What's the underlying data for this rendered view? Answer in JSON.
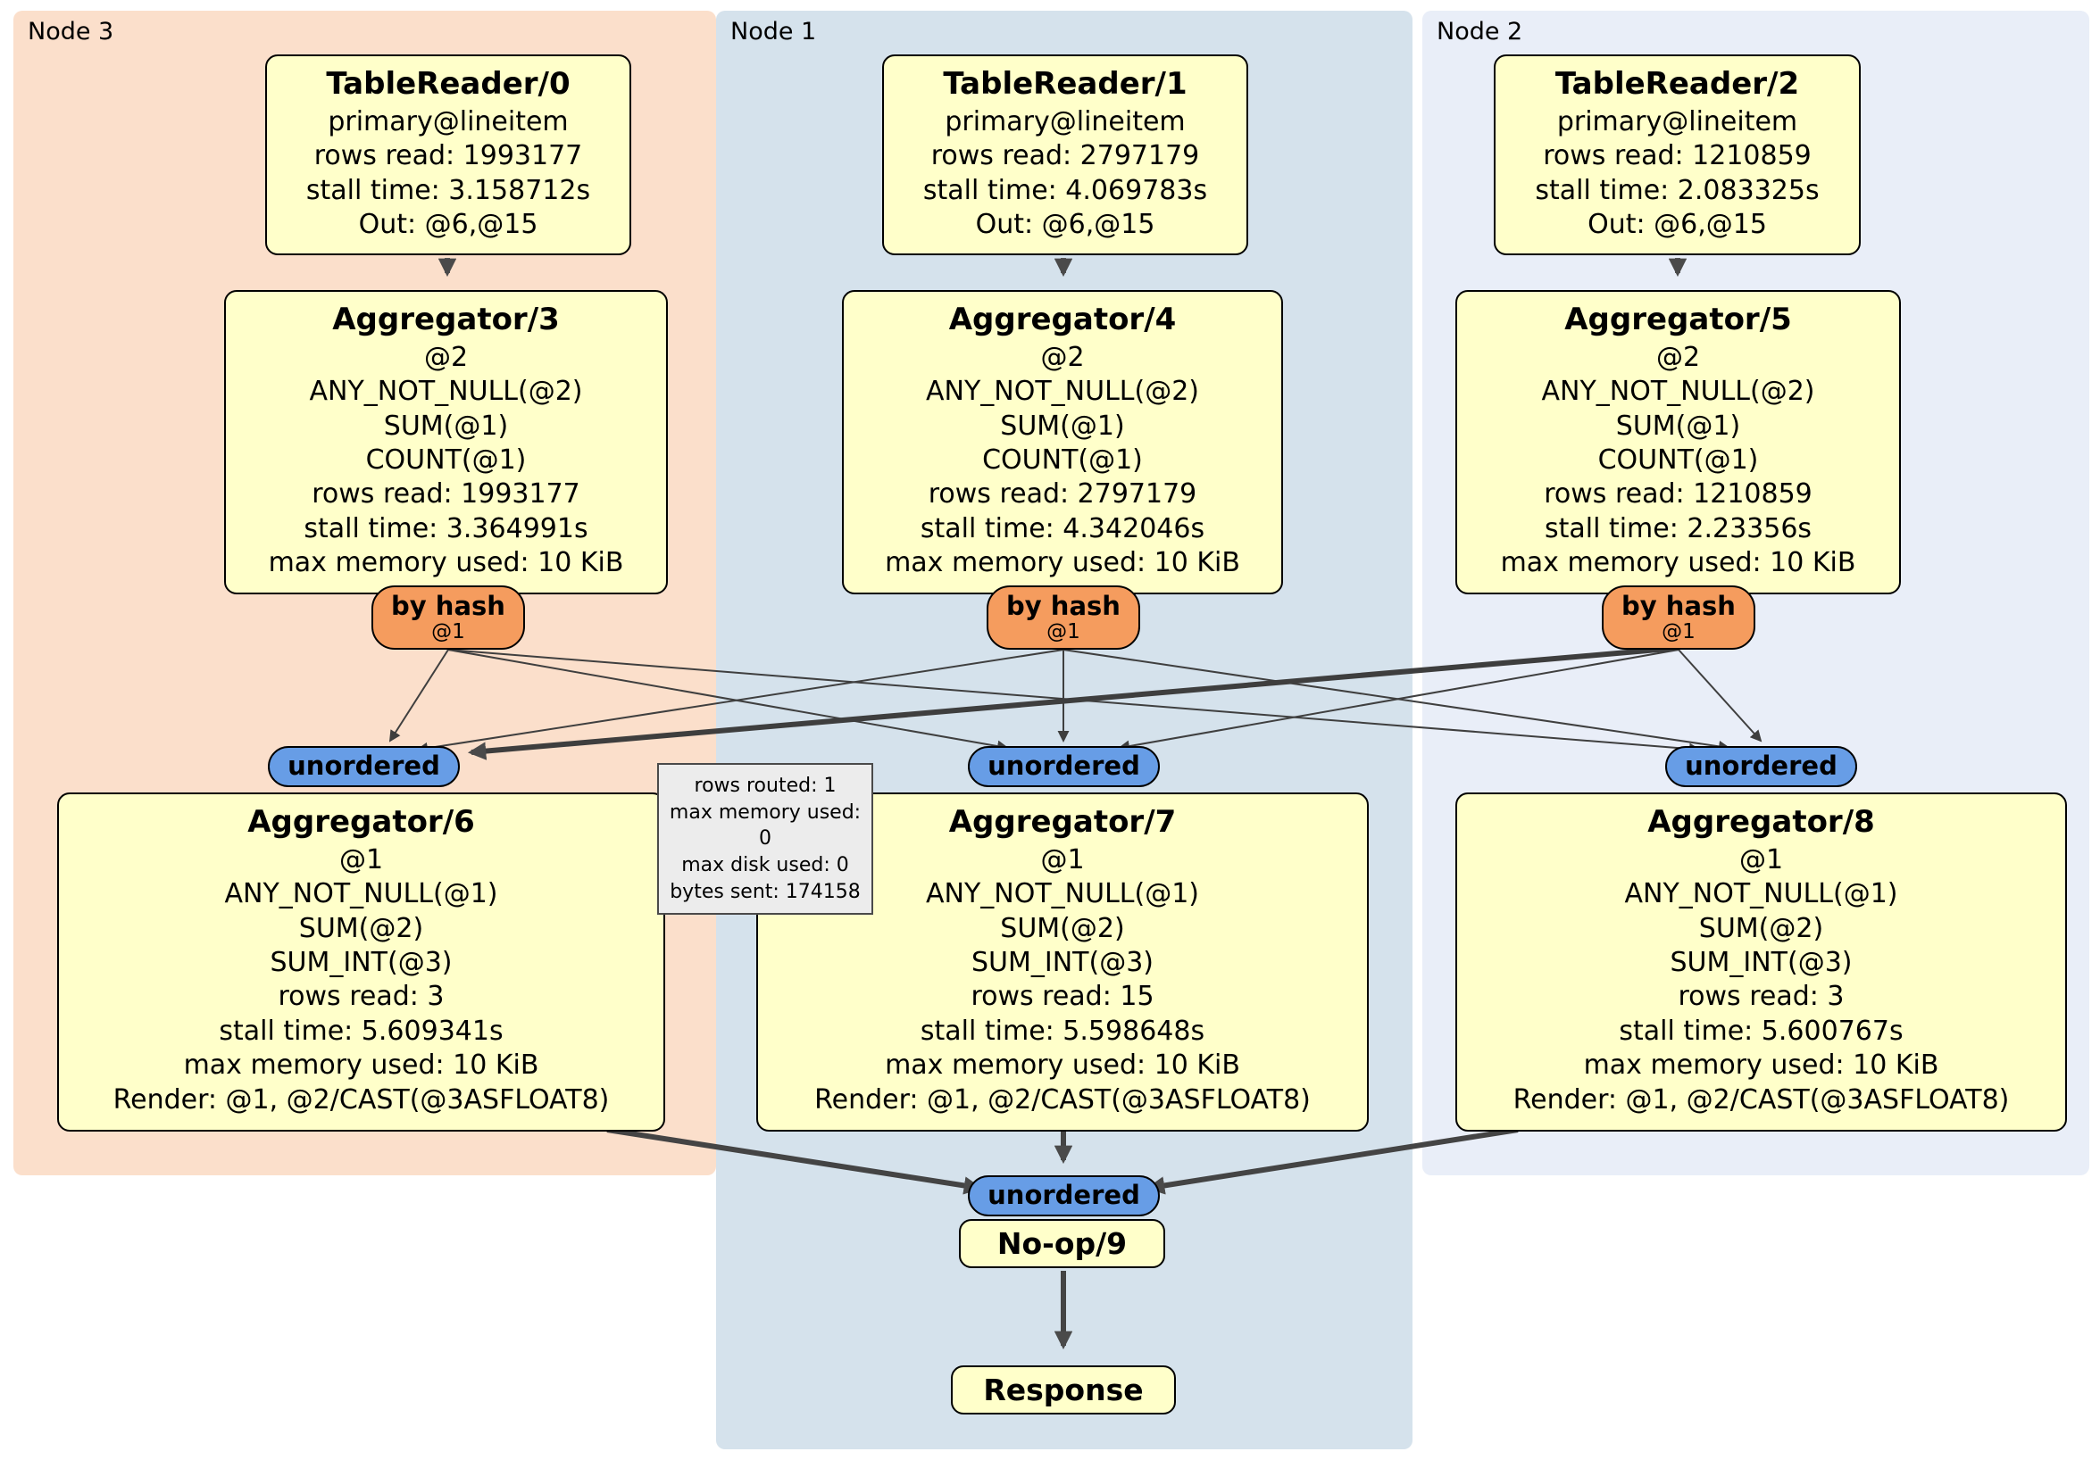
{
  "panels": {
    "node3": {
      "label": "Node 3"
    },
    "node1": {
      "label": "Node 1"
    },
    "node2": {
      "label": "Node 2"
    }
  },
  "operators": {
    "tablereader0": {
      "title": "TableReader/0",
      "lines": [
        "primary@lineitem",
        "rows read: 1993177",
        "stall time: 3.158712s",
        "Out: @6,@15"
      ]
    },
    "tablereader1": {
      "title": "TableReader/1",
      "lines": [
        "primary@lineitem",
        "rows read: 2797179",
        "stall time: 4.069783s",
        "Out: @6,@15"
      ]
    },
    "tablereader2": {
      "title": "TableReader/2",
      "lines": [
        "primary@lineitem",
        "rows read: 1210859",
        "stall time: 2.083325s",
        "Out: @6,@15"
      ]
    },
    "aggregator3": {
      "title": "Aggregator/3",
      "lines": [
        "@2",
        "ANY_NOT_NULL(@2)",
        "SUM(@1)",
        "COUNT(@1)",
        "rows read: 1993177",
        "stall time: 3.364991s",
        "max memory used: 10 KiB"
      ]
    },
    "aggregator4": {
      "title": "Aggregator/4",
      "lines": [
        "@2",
        "ANY_NOT_NULL(@2)",
        "SUM(@1)",
        "COUNT(@1)",
        "rows read: 2797179",
        "stall time: 4.342046s",
        "max memory used: 10 KiB"
      ]
    },
    "aggregator5": {
      "title": "Aggregator/5",
      "lines": [
        "@2",
        "ANY_NOT_NULL(@2)",
        "SUM(@1)",
        "COUNT(@1)",
        "rows read: 1210859",
        "stall time: 2.23356s",
        "max memory used: 10 KiB"
      ]
    },
    "aggregator6": {
      "title": "Aggregator/6",
      "lines": [
        "@1",
        "ANY_NOT_NULL(@1)",
        "SUM(@2)",
        "SUM_INT(@3)",
        "rows read: 3",
        "stall time: 5.609341s",
        "max memory used: 10 KiB",
        "Render: @1, @2/CAST(@3ASFLOAT8)"
      ]
    },
    "aggregator7": {
      "title": "Aggregator/7",
      "lines": [
        "@1",
        "ANY_NOT_NULL(@1)",
        "SUM(@2)",
        "SUM_INT(@3)",
        "rows read: 15",
        "stall time: 5.598648s",
        "max memory used: 10 KiB",
        "Render: @1, @2/CAST(@3ASFLOAT8)"
      ]
    },
    "aggregator8": {
      "title": "Aggregator/8",
      "lines": [
        "@1",
        "ANY_NOT_NULL(@1)",
        "SUM(@2)",
        "SUM_INT(@3)",
        "rows read: 3",
        "stall time: 5.600767s",
        "max memory used: 10 KiB",
        "Render: @1, @2/CAST(@3ASFLOAT8)"
      ]
    },
    "noop9": {
      "title": "No-op/9"
    },
    "response": {
      "title": "Response"
    }
  },
  "routers": {
    "byhash_node3": {
      "label": "by hash",
      "sub": "@1"
    },
    "byhash_node1": {
      "label": "by hash",
      "sub": "@1"
    },
    "byhash_node2": {
      "label": "by hash",
      "sub": "@1"
    }
  },
  "syncs": {
    "unordered_node3": {
      "label": "unordered"
    },
    "unordered_node1": {
      "label": "unordered"
    },
    "unordered_node2": {
      "label": "unordered"
    },
    "unordered_final": {
      "label": "unordered"
    }
  },
  "edge_tooltip": {
    "lines": [
      "rows routed: 1",
      "max memory used: 0",
      "max disk used: 0",
      "bytes sent: 174158"
    ]
  },
  "colors": {
    "node3_bg": "#fbdfcb",
    "node1_bg": "#d5e2ec",
    "node2_bg": "#e9eef8",
    "operator_bg": "#ffffca",
    "router_bg": "#f59c5e",
    "sync_bg": "#679de6",
    "tooltip_bg": "#ececec",
    "edge": "#4a4a4a"
  }
}
